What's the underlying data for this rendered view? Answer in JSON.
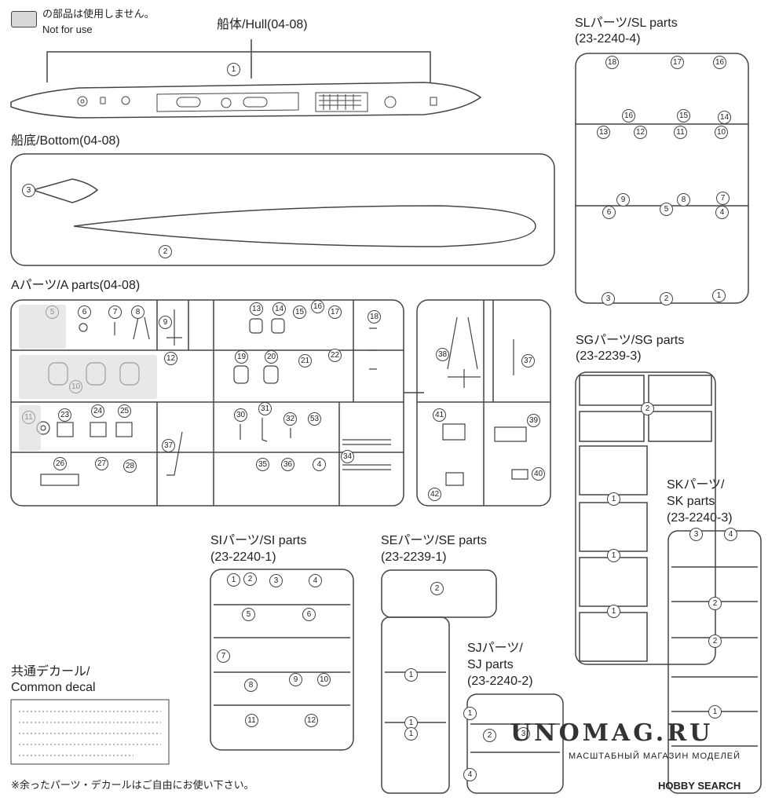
{
  "legend": {
    "jp": "の部品は使用しません。",
    "en": "Not for use"
  },
  "sections": {
    "hull": "船体/Hull(04-08)",
    "bottom": "船底/Bottom(04-08)",
    "a_parts": "Aパーツ/A parts(04-08)",
    "sl_title": "SLパーツ/SL parts",
    "sl_code": "(23-2240-4)",
    "sg_title": "SGパーツ/SG parts",
    "sg_code": "(23-2239-3)",
    "sk_title1": "SKパーツ/",
    "sk_title2": "SK parts",
    "sk_code": "(23-2240-3)",
    "si_title": "SIパーツ/SI parts",
    "si_code": "(23-2240-1)",
    "se_title": "SEパーツ/SE parts",
    "se_code": "(23-2239-1)",
    "sj_title1": "SJパーツ/",
    "sj_title2": "SJ parts",
    "sj_code": "(23-2240-2)",
    "decal1": "共通デカール/",
    "decal2": "Common decal"
  },
  "footnote": "※余ったパーツ・デカールはご自由にお使い下さい。",
  "watermark": {
    "main": "UNOMAG.RU",
    "sub": "МАСШТАБНЫЙ МАГАЗИН МОДЕЛЕЙ",
    "hobby": "HOBBY SEARCH"
  },
  "part_numbers": {
    "hull": [
      "1"
    ],
    "bottom": [
      "3",
      "2"
    ],
    "a": [
      "5",
      "6",
      "7",
      "8",
      "9",
      "10",
      "11",
      "12",
      "13",
      "14",
      "15",
      "16",
      "17",
      "18",
      "19",
      "20",
      "21",
      "22",
      "23",
      "24",
      "25",
      "26",
      "27",
      "28",
      "30",
      "31",
      "32",
      "53",
      "34",
      "35",
      "36",
      "4",
      "37",
      "38",
      "37",
      "39",
      "40",
      "41",
      "42"
    ],
    "sl": [
      "18",
      "17",
      "16",
      "16",
      "15",
      "14",
      "13",
      "12",
      "11",
      "10",
      "9",
      "8",
      "7",
      "6",
      "5",
      "4",
      "3",
      "2",
      "1"
    ],
    "sg": [
      "2",
      "1",
      "1",
      "1"
    ],
    "sk": [
      "3",
      "4",
      "2",
      "2",
      "1"
    ],
    "si": [
      "1",
      "2",
      "3",
      "4",
      "5",
      "6",
      "7",
      "8",
      "9",
      "10",
      "11",
      "12"
    ],
    "se": [
      "2",
      "1",
      "1",
      "1"
    ],
    "sj": [
      "1",
      "2",
      "3",
      "4"
    ]
  },
  "colors": {
    "line": "#444444",
    "gray_fill": "#d8d8d8"
  }
}
